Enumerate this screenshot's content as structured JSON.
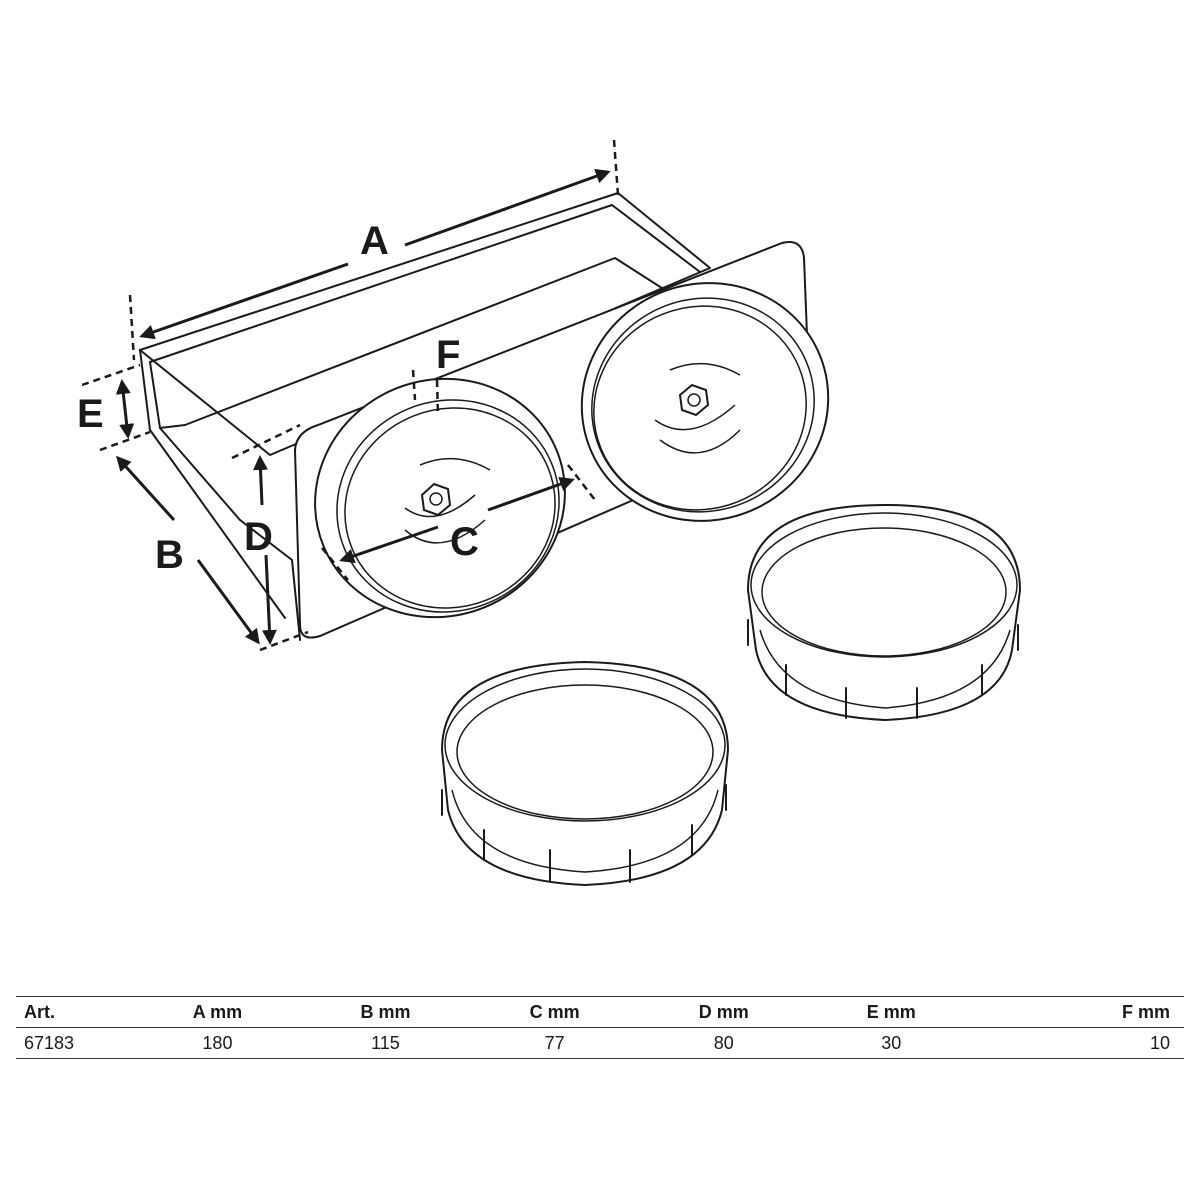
{
  "labels": {
    "a": "A",
    "b": "B",
    "c": "C",
    "d": "D",
    "e": "E",
    "f": "F"
  },
  "table": {
    "headers": [
      "Art.",
      "A  mm",
      "B  mm",
      "C  mm",
      "D  mm",
      "E  mm",
      "F  mm"
    ],
    "rows": [
      [
        "67183",
        "180",
        "115",
        "77",
        "80",
        "30",
        "10"
      ]
    ]
  }
}
